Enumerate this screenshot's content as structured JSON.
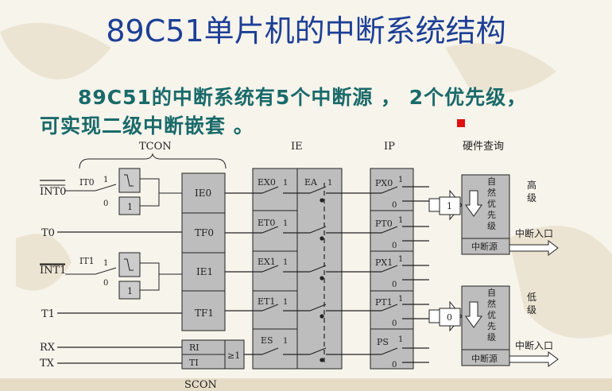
{
  "slide": {
    "title": "89C51单片机的中断系统结构",
    "paragraph": {
      "line1": "89C51的中断系统有5个中断源 ， 2个优先级，",
      "line2": "可实现二级中断嵌套 。"
    }
  },
  "diagram": {
    "headers": {
      "tcon": "TCON",
      "ie": "IE",
      "ip": "IP",
      "hw_query": "硬件查询",
      "scon": "SCON"
    },
    "inputs": {
      "int0": "INT0",
      "t0": "T0",
      "int1": "INT1",
      "t1": "T1",
      "rx": "RX",
      "tx": "TX"
    },
    "tcon_bits": {
      "it0": "IT0",
      "it1": "IT1"
    },
    "flags": [
      "IE0",
      "TF0",
      "IE1",
      "TF1"
    ],
    "scon_bits": {
      "ri": "RI",
      "ti": "TI"
    },
    "or_gate": "≥1",
    "ie_bits": [
      "EX0",
      "ET0",
      "EX1",
      "ET1",
      "ES"
    ],
    "ea": "EA",
    "ip_bits": [
      "PX0",
      "PT0",
      "PX1",
      "PT1",
      "PS"
    ],
    "switch_labels": {
      "one": "1",
      "zero": "0"
    },
    "high_block": {
      "natural": [
        "自",
        "然",
        "优",
        "先",
        "级"
      ],
      "source": "中断源",
      "level": [
        "高",
        "级"
      ],
      "entry": "中断入口",
      "arrow_value": "1"
    },
    "low_block": {
      "natural": [
        "自",
        "然",
        "优",
        "先",
        "级"
      ],
      "source": "中断源",
      "level": [
        "低",
        "级"
      ],
      "entry": "中断入口",
      "arrow_value": "0"
    }
  }
}
